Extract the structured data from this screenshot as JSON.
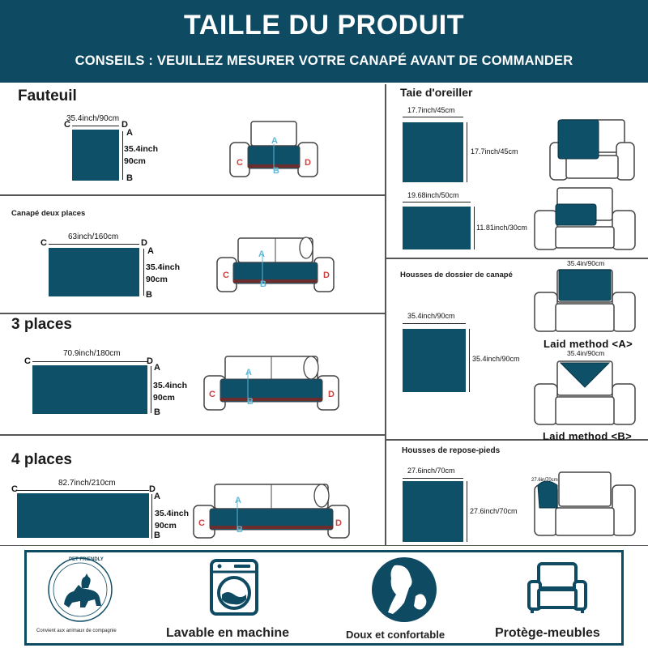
{
  "header": {
    "title": "TAILLE DU PRODUIT",
    "subtitle": "CONSEILS : VEUILLEZ MESURER VOTRE CANAPÉ AVANT DE COMMANDER"
  },
  "letters": {
    "a": "A",
    "b": "B",
    "c": "C",
    "d": "D"
  },
  "colors": {
    "header": "#0f4a63",
    "fabric": "#0e5068",
    "letters_ab": "#5bb8d6",
    "letters_cd": "#d04040"
  },
  "fauteuil": {
    "title": "Fauteuil",
    "width": "35.4inch/90cm",
    "depth_in": "35.4inch",
    "depth_cm": "90cm"
  },
  "deux_places": {
    "title": "Canapé deux places",
    "width": "63inch/160cm",
    "depth_in": "35.4inch",
    "depth_cm": "90cm"
  },
  "trois_places": {
    "title": "3 places",
    "width": "70.9inch/180cm",
    "depth_in": "35.4inch",
    "depth_cm": "90cm"
  },
  "quatre_places": {
    "title": "4 places",
    "width": "82.7inch/210cm",
    "depth_in": "35.4inch",
    "depth_cm": "90cm"
  },
  "taie": {
    "title": "Taie d'oreiller",
    "p1_width": "17.7inch/45cm",
    "p1_height": "17.7inch/45cm",
    "p2_width": "19.68inch/50cm",
    "p2_height": "11.81inch/30cm"
  },
  "dossier": {
    "title": "Housses de dossier de canapé",
    "width": "35.4inch/90cm",
    "height": "35.4inch/90cm",
    "method_a_width": "35.4in/90cm",
    "method_b_width": "35.4in/90cm",
    "method_a": "Laid method <A>",
    "method_b": "Laid method <B>"
  },
  "repose": {
    "title": "Housses de repose-pieds",
    "width": "27.6inch/70cm",
    "height": "27.6inch/70cm",
    "chair_dim": "27.6in/70cm"
  },
  "footer": {
    "badge_text": "PET FRIENDLY",
    "pet_caption": "Convient aux animaux de compagnie",
    "washable": "Lavable en machine",
    "soft": "Doux et confortable",
    "protect": "Protège-meubles"
  }
}
